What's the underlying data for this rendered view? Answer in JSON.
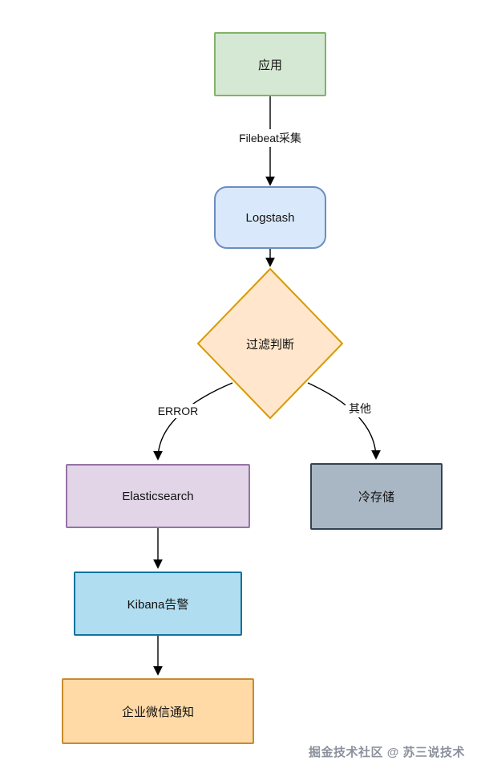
{
  "watermark": "掘金技术社区 @ 苏三说技术",
  "diagram": {
    "nodes": {
      "app": {
        "label": "应用",
        "fill": "#d5e8d4",
        "border": "#82b366"
      },
      "logstash": {
        "label": "Logstash",
        "fill": "#dae8fc",
        "border": "#6c8ebf"
      },
      "filter": {
        "label": "过滤判断",
        "fill": "#ffe6cc",
        "border": "#d79b00"
      },
      "elasticsearch": {
        "label": "Elasticsearch",
        "fill": "#e1d5e7",
        "border": "#9673a6"
      },
      "cold_storage": {
        "label": "冷存储",
        "fill": "#a9b7c4",
        "border": "#314354"
      },
      "kibana_alert": {
        "label": "Kibana告警",
        "fill": "#b1ddf0",
        "border": "#10739e"
      },
      "wechat_notify": {
        "label": "企业微信通知",
        "fill": "#ffd9a6",
        "border": "#c98b2d"
      }
    },
    "edge_labels": {
      "filebeat": "Filebeat采集",
      "error": "ERROR",
      "other": "其他"
    }
  }
}
